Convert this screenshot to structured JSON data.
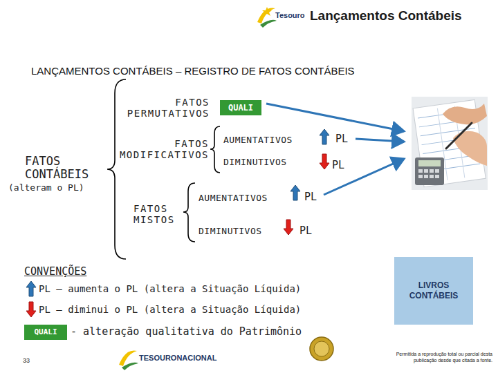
{
  "diagram": {
    "title": "LANÇAMENTOS CONTÁBEIS – REGISTRO DE FATOS CONTÁBEIS",
    "nodes": [
      {
        "text": [
          "QUALI"
        ]
      },
      {
        "text": [
          "LIVROS CONTÁBEIS"
        ]
      }
    ],
    "labels": [
      "Tesouro",
      "Lançamentos Contábeis",
      "FATOS PERMUTATIVOS",
      "FATOS MODIFICATIVOS",
      "AUMENTATIVOS",
      "PL",
      "DIMINUTIVOS",
      "PL",
      "FATOS CONTÁBEIS",
      "(alteram o PL)",
      "FATOS MISTOS",
      "AUMENTATIVOS",
      "PL",
      "DIMINUTIVOS",
      "PL",
      "CONVENÇÕES",
      "QUALI",
      "33",
      "TESOURONACIONAL",
      "Permitida a reprodução total ou parcial desta publicação desde que citada a fonte."
    ],
    "legend": [
      {
        "text": "PL – aumenta o PL (altera a Situação Líquida)"
      },
      {
        "text": "PL – diminui o PL (altera a Situação Líquida)"
      },
      {
        "text": "- alteração qualitativa do Patrimônio",
        "color": "#339933"
      }
    ]
  }
}
